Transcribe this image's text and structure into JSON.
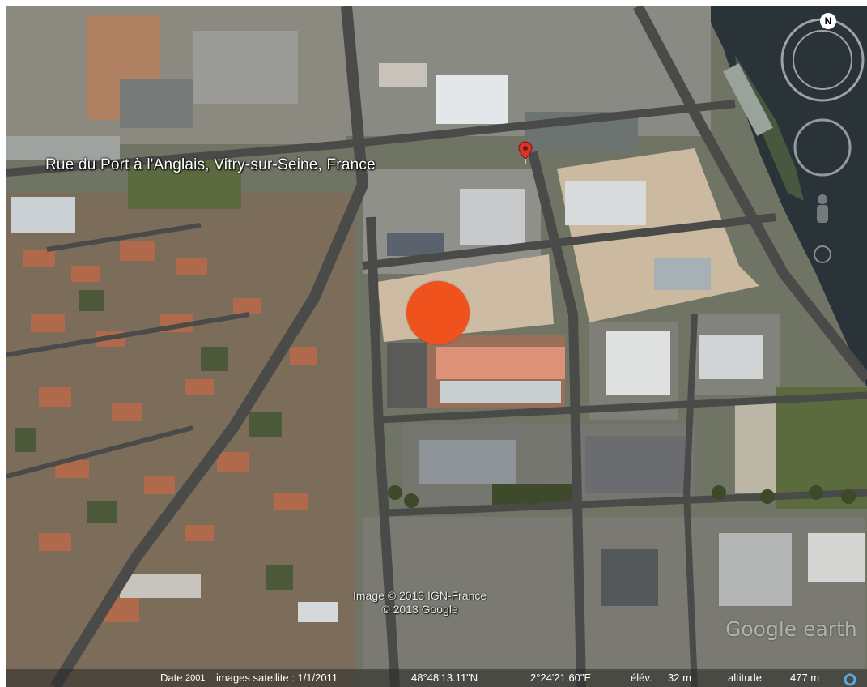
{
  "map": {
    "place_label": "Rue du Port à l'Anglais, Vitry-sur-Seine, France",
    "credits": {
      "line1": "Image © 2013 IGN-France",
      "line2": "© 2013 Google"
    },
    "logo": "Google earth",
    "compass_north": "N",
    "icons": {
      "pin": "placemark-pin-icon",
      "compass": "compass-ring-icon",
      "look": "look-joystick-icon",
      "pegman": "street-view-pegman-icon",
      "zoom": "zoom-slider-icon",
      "status": "loading-indicator-icon"
    },
    "colors": {
      "marker": "#f0521e",
      "pin": "#d9332b",
      "river": "#2a3438"
    }
  },
  "status_bar": {
    "date_label": "Date",
    "date_year": "2001",
    "imagery": "images satellite : 1/1/2011",
    "lat": "48°48'13.11\"N",
    "lon": "2°24'21.60\"E",
    "elev_label": "élév.",
    "elev_value": "32 m",
    "alt_label": "altitude",
    "alt_value": "477 m"
  }
}
